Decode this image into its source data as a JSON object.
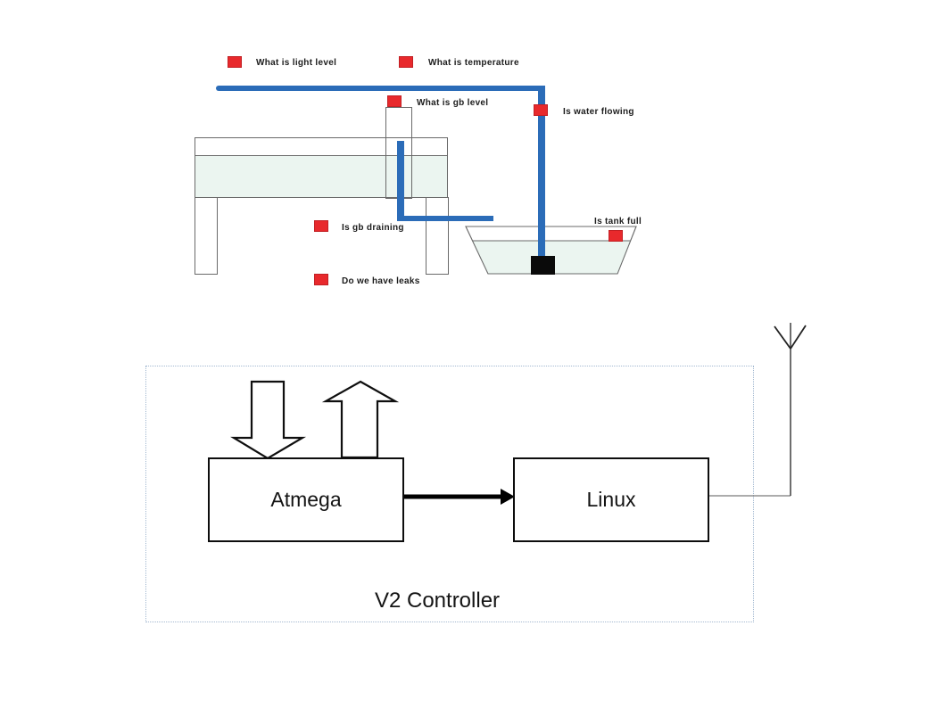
{
  "aquaponics": {
    "sensors": [
      {
        "id": "light-level",
        "label": "What is light level"
      },
      {
        "id": "temperature",
        "label": "What is temperature"
      },
      {
        "id": "gb-level",
        "label": "What is gb level"
      },
      {
        "id": "water-flowing",
        "label": "Is water flowing"
      },
      {
        "id": "gb-draining",
        "label": "Is gb draining"
      },
      {
        "id": "leaks",
        "label": "Do we have leaks"
      },
      {
        "id": "tank-full",
        "label": "Is tank full"
      }
    ],
    "colors": {
      "sensor_marker": "#e8292c",
      "pipe": "#2b6cb8",
      "water": "#ebf5f0",
      "outline": "#6a6a6a",
      "pump": "#0a0a0a"
    }
  },
  "controller": {
    "title": "V2 Controller",
    "blocks": [
      {
        "label": "Atmega"
      },
      {
        "label": "Linux"
      }
    ],
    "border_color": "#a3b9d1",
    "icons": [
      "down-arrow-icon",
      "up-arrow-icon",
      "flow-arrow-icon",
      "antenna-icon"
    ]
  }
}
